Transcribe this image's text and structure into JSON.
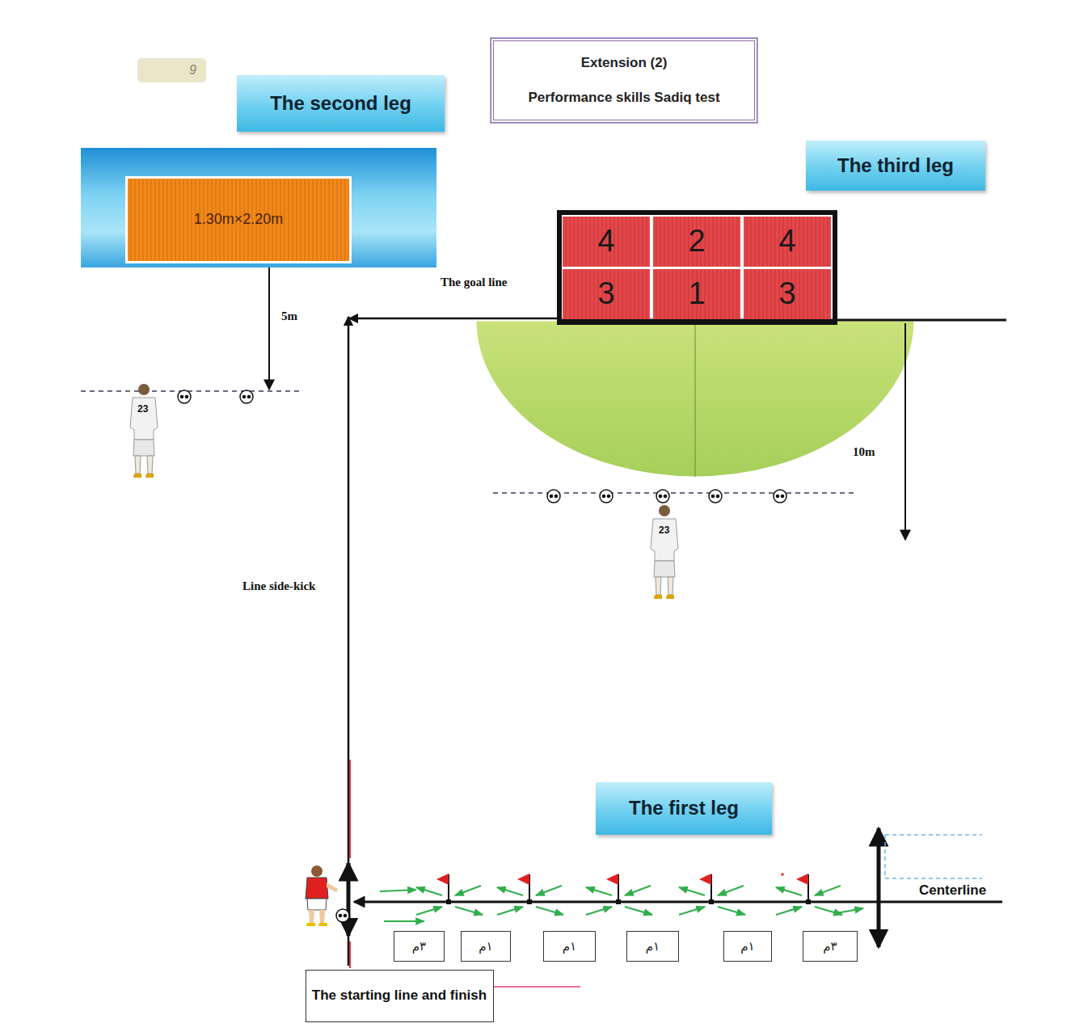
{
  "diagram": {
    "nodes": [
      {
        "text": [
          "9"
        ]
      },
      {
        "text": [
          "The second leg"
        ]
      },
      {
        "text": [
          "Extension (2)",
          "Performance skills Sadiq test"
        ]
      },
      {
        "text": [
          "The third leg"
        ]
      },
      {
        "text": [
          "1.30m×2.20m"
        ]
      },
      {
        "text": [
          "4"
        ]
      },
      {
        "text": [
          "2"
        ]
      },
      {
        "text": [
          "4"
        ]
      },
      {
        "text": [
          "3"
        ]
      },
      {
        "text": [
          "1"
        ]
      },
      {
        "text": [
          "3"
        ]
      },
      {
        "text": [
          "The first leg"
        ]
      },
      {
        "text": [
          "٣م"
        ]
      },
      {
        "text": [
          "١م"
        ]
      },
      {
        "text": [
          "١م"
        ]
      },
      {
        "text": [
          "١م"
        ]
      },
      {
        "text": [
          "١م"
        ]
      },
      {
        "text": [
          "٣م"
        ]
      },
      {
        "text": [
          "The starting line and finish"
        ]
      }
    ],
    "labels": [
      "The goal line",
      "5m",
      "10m",
      "Line side-kick",
      "23",
      "23",
      "Centerline"
    ]
  }
}
